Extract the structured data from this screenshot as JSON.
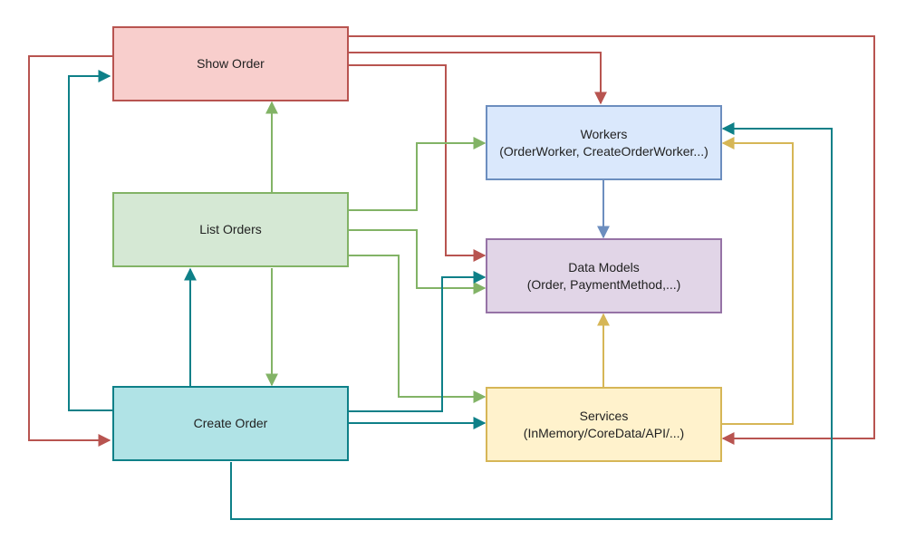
{
  "nodes": {
    "show_order": {
      "lines": [
        "Show Order"
      ],
      "fill": "#f8cecc",
      "stroke": "#b85450"
    },
    "list_orders": {
      "lines": [
        "List Orders"
      ],
      "fill": "#d5e8d4",
      "stroke": "#82b366"
    },
    "create_order": {
      "lines": [
        "Create Order"
      ],
      "fill": "#b0e3e6",
      "stroke": "#0e8088"
    },
    "workers": {
      "lines": [
        "Workers",
        "(OrderWorker, CreateOrderWorker...)"
      ],
      "fill": "#dae8fc",
      "stroke": "#6c8ebf"
    },
    "data_models": {
      "lines": [
        "Data Models",
        "(Order, PaymentMethod,...)"
      ],
      "fill": "#e1d5e7",
      "stroke": "#9673a6"
    },
    "services": {
      "lines": [
        "Services",
        "(InMemory/CoreData/API/...)"
      ],
      "fill": "#fff2cc",
      "stroke": "#d6b656"
    }
  },
  "colors": {
    "red": "#b85450",
    "green": "#82b366",
    "teal": "#0e8088",
    "blue": "#6c8ebf",
    "yellow": "#d6b656"
  }
}
